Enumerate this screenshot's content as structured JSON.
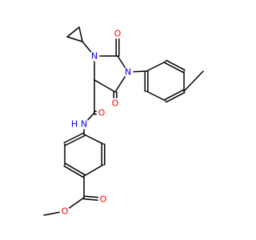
{
  "molecule": {
    "atom_labels": {
      "n1": "N",
      "n2": "N",
      "o1": "O",
      "o2": "O",
      "nh": "N",
      "h": "H",
      "o3": "O",
      "o4": "O",
      "o5": "O"
    },
    "colors": {
      "carbon": "#000000",
      "nitrogen": "#0000ff",
      "oxygen": "#ff0000",
      "background": "#ffffff"
    }
  }
}
